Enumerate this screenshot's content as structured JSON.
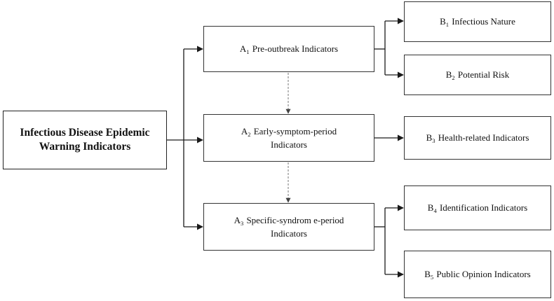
{
  "root": {
    "line1": "Infectious Disease Epidemic",
    "line2": "Warning Indicators"
  },
  "a_nodes": [
    {
      "letter": "A",
      "sub": "1",
      "line1": "Pre-outbreak Indicators",
      "line2": ""
    },
    {
      "letter": "A",
      "sub": "2",
      "line1": "Early-symptom-period",
      "line2": "Indicators"
    },
    {
      "letter": "A",
      "sub": "3",
      "line1": "Specific-syndrom e-period",
      "line2": "Indicators"
    }
  ],
  "b_nodes": [
    {
      "letter": "B",
      "sub": "1",
      "text": "Infectious Nature"
    },
    {
      "letter": "B",
      "sub": "2",
      "text": "Potential Risk"
    },
    {
      "letter": "B",
      "sub": "3",
      "text": "Health-related Indicators"
    },
    {
      "letter": "B",
      "sub": "4",
      "text": "Identification Indicators"
    },
    {
      "letter": "B",
      "sub": "5",
      "text": "Public Opinion Indicators"
    }
  ],
  "colors": {
    "line": "#1a1a1a",
    "dashed_line": "#777777",
    "box_border": "#333333"
  }
}
